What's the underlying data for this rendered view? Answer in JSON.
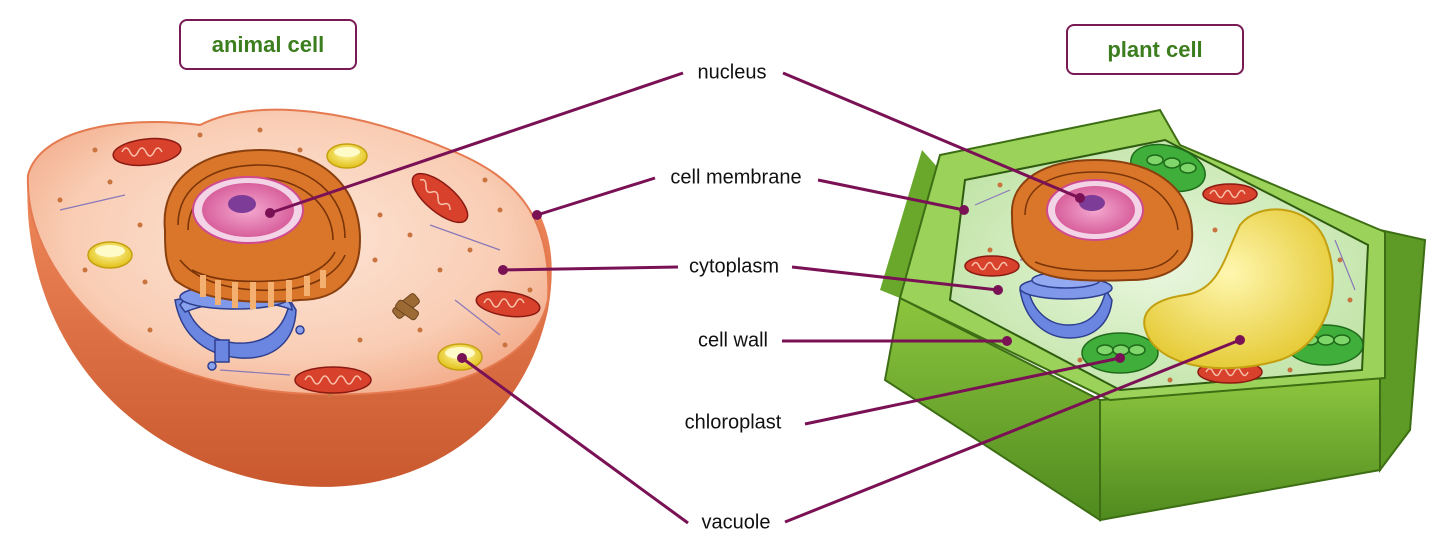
{
  "titles": {
    "animal": "animal cell",
    "plant": "plant cell"
  },
  "labels": {
    "nucleus": "nucleus",
    "cell_membrane": "cell membrane",
    "cytoplasm": "cytoplasm",
    "cell_wall": "cell wall",
    "chloroplast": "chloroplast",
    "vacuole": "vacuole"
  },
  "colors": {
    "leader_line": "#7a1155",
    "title_border": "#7a1a55",
    "title_text": "#3c7d1e",
    "animal_cell": "#f2a07a",
    "plant_wall": "#7fb83a",
    "plant_cytoplasm": "#d6efc8",
    "vacuole_yellow": "#f2e060",
    "mitochondria": "#d43a2a",
    "golgi": "#5a78d6",
    "chloroplast": "#3fae3a"
  }
}
